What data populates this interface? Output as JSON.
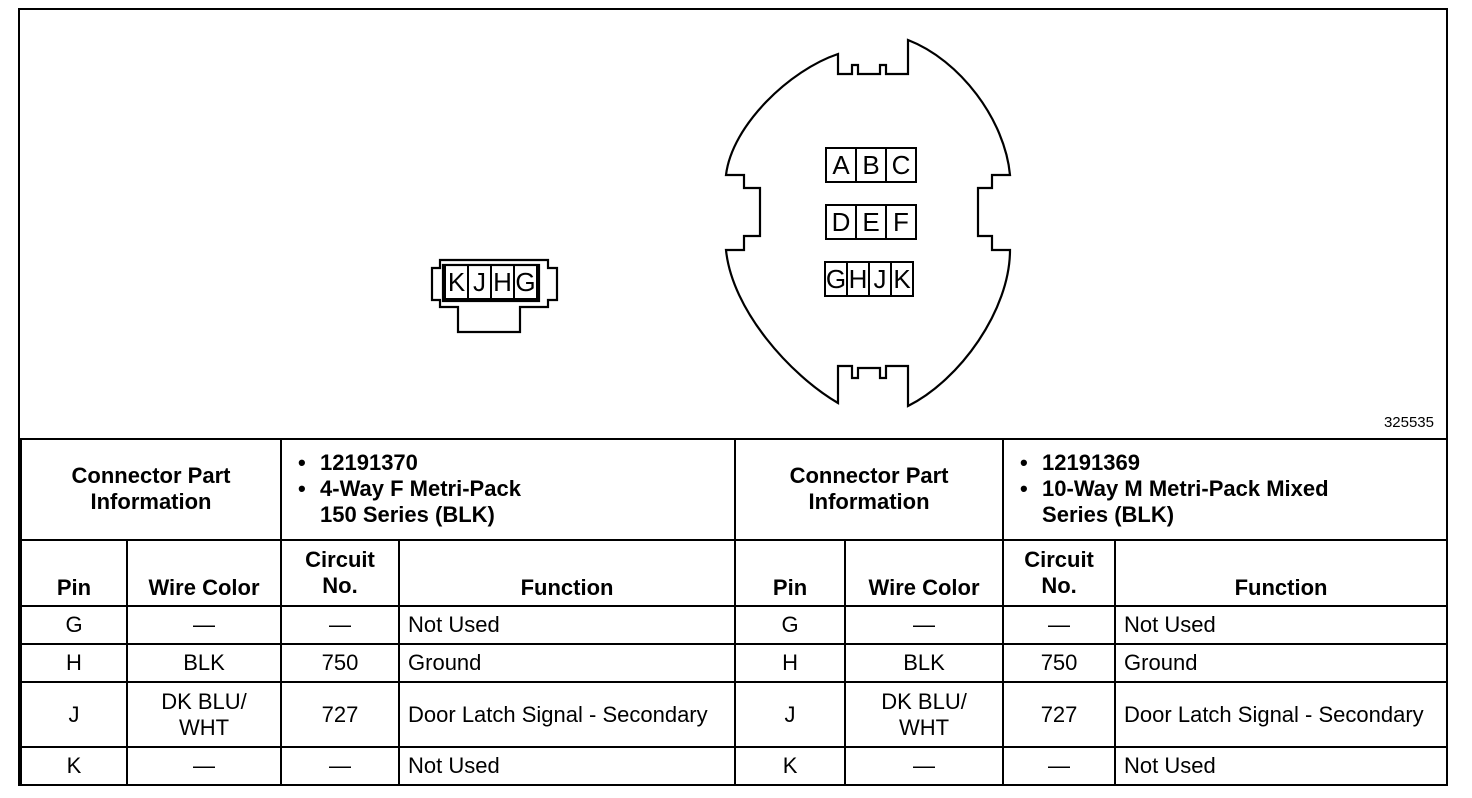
{
  "figure_id": "325535",
  "connector_small": {
    "pins": [
      "K",
      "J",
      "H",
      "G"
    ]
  },
  "connector_large": {
    "rows": [
      [
        "A",
        "B",
        "C"
      ],
      [
        "D",
        "E",
        "F"
      ],
      [
        "G",
        "H",
        "J",
        "K"
      ]
    ]
  },
  "left": {
    "part_label": "Connector Part Information",
    "part_number": "12191370",
    "part_desc_1": "4-Way F Metri-Pack",
    "part_desc_2": "150 Series (BLK)"
  },
  "right": {
    "part_label": "Connector Part Information",
    "part_number": "12191369",
    "part_desc_1": "10-Way M Metri-Pack Mixed",
    "part_desc_2": "Series (BLK)"
  },
  "columns": {
    "pin": "Pin",
    "wire_color": "Wire Color",
    "circuit_1": "Circuit",
    "circuit_2": "No.",
    "function": "Function"
  },
  "rows": [
    {
      "pin": "G",
      "wire": "—",
      "circuit": "—",
      "function": "Not Used"
    },
    {
      "pin": "H",
      "wire": "BLK",
      "circuit": "750",
      "function": "Ground"
    },
    {
      "pin": "J",
      "wire": "DK BLU/ WHT",
      "circuit": "727",
      "function": "Door Latch Signal - Secondary"
    },
    {
      "pin": "K",
      "wire": "—",
      "circuit": "—",
      "function": "Not Used"
    }
  ]
}
